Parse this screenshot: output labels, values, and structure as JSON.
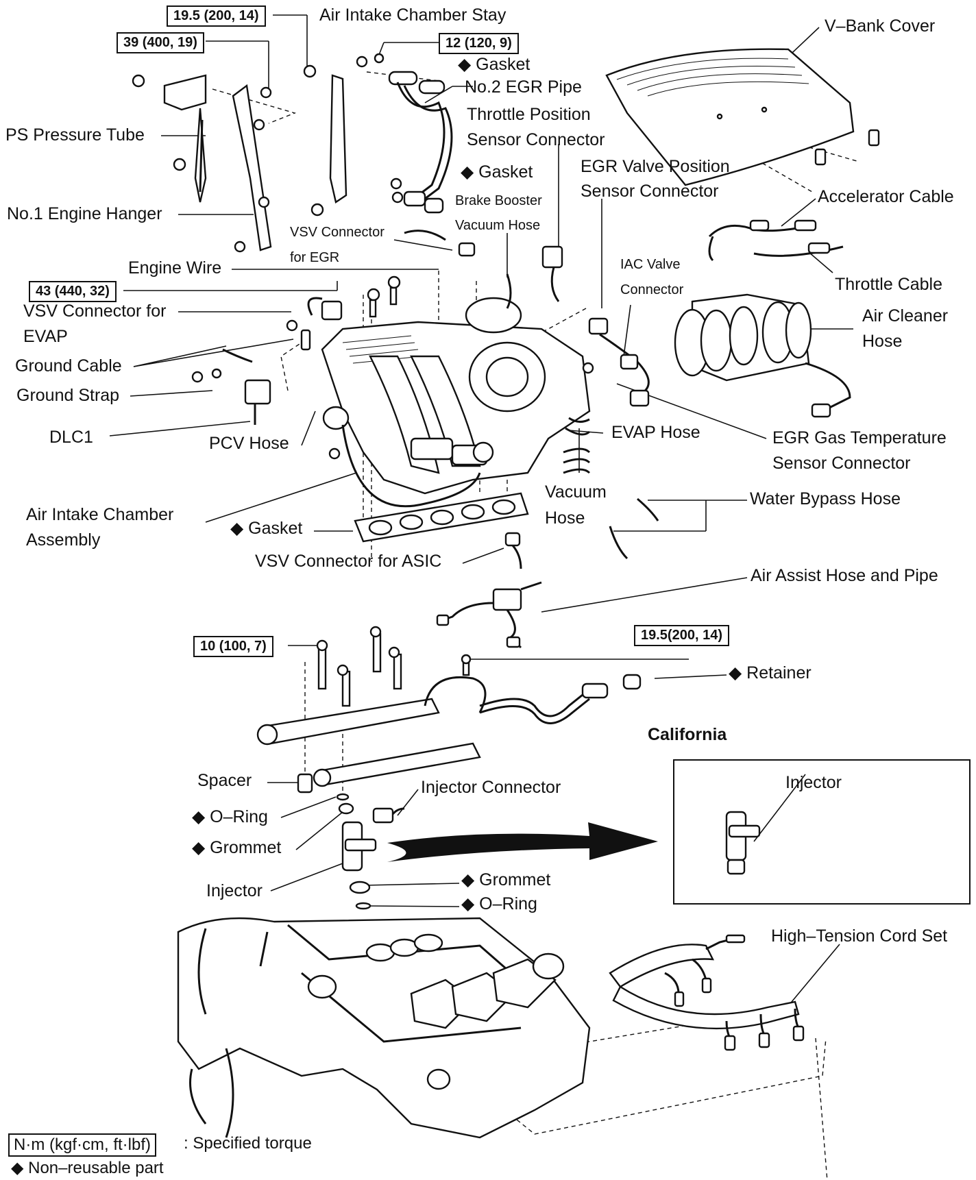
{
  "labels": {
    "v_bank_cover": "V–Bank Cover",
    "air_intake_chamber_stay": "Air Intake Chamber Stay",
    "gasket_top": "◆ Gasket",
    "no2_egr_pipe": "No.2 EGR Pipe",
    "throttle_position_sensor_connector_1": "Throttle Position",
    "throttle_position_sensor_connector_2": "Sensor Connector",
    "gasket_mid": "◆ Gasket",
    "egr_valve_position_sensor_connector_1": "EGR Valve Position",
    "egr_valve_position_sensor_connector_2": "Sensor Connector",
    "ps_pressure_tube": "PS Pressure Tube",
    "brake_booster_vacuum_hose_1": "Brake Booster",
    "brake_booster_vacuum_hose_2": "Vacuum Hose",
    "accelerator_cable": "Accelerator Cable",
    "no1_engine_hanger": "No.1 Engine Hanger",
    "vsv_connector_for_egr_1": "VSV Connector",
    "vsv_connector_for_egr_2": "for EGR",
    "iac_valve_connector_1": "IAC Valve",
    "iac_valve_connector_2": "Connector",
    "engine_wire": "Engine Wire",
    "throttle_cable": "Throttle Cable",
    "vsv_connector_for_evap_1": "VSV Connector for",
    "vsv_connector_for_evap_2": "EVAP",
    "air_cleaner_hose_1": "Air Cleaner",
    "air_cleaner_hose_2": "Hose",
    "ground_cable": "Ground Cable",
    "ground_strap": "Ground Strap",
    "dlc1": "DLC1",
    "pcv_hose": "PCV Hose",
    "evap_hose": "EVAP Hose",
    "egr_gas_temp_sensor_connector_1": "EGR Gas Temperature",
    "egr_gas_temp_sensor_connector_2": "Sensor Connector",
    "vacuum_hose_1": "Vacuum",
    "vacuum_hose_2": "Hose",
    "water_bypass_hose": "Water Bypass Hose",
    "air_intake_chamber_assembly_1": "Air Intake Chamber",
    "air_intake_chamber_assembly_2": "Assembly",
    "gasket_lower": "◆ Gasket",
    "vsv_connector_for_asic": "VSV Connector for ASIC",
    "air_assist_hose_and_pipe": "Air Assist Hose and Pipe",
    "retainer": "◆ Retainer",
    "california": "California",
    "spacer": "Spacer",
    "injector_connector": "Injector Connector",
    "o_ring_upper": "◆ O–Ring",
    "grommet_upper": "◆ Grommet",
    "injector": "Injector",
    "injector_california": "Injector",
    "grommet_lower": "◆ Grommet",
    "o_ring_lower": "◆ O–Ring",
    "high_tension_cord_set": "High–Tension Cord Set"
  },
  "torques": {
    "t_19_5_top": "19.5 (200, 14)",
    "t_39": "39 (400, 19)",
    "t_12": "12 (120, 9)",
    "t_43": "43 (440, 32)",
    "t_10": "10 (100, 7)",
    "t_19_5_mid": "19.5(200, 14)"
  },
  "legend": {
    "torque_box": "N·m (kgf·cm, ft·lbf)",
    "torque_text": ": Specified torque",
    "nonreusable": "◆ Non–reusable part"
  },
  "colors": {
    "ink": "#111111",
    "paper": "#ffffff"
  }
}
